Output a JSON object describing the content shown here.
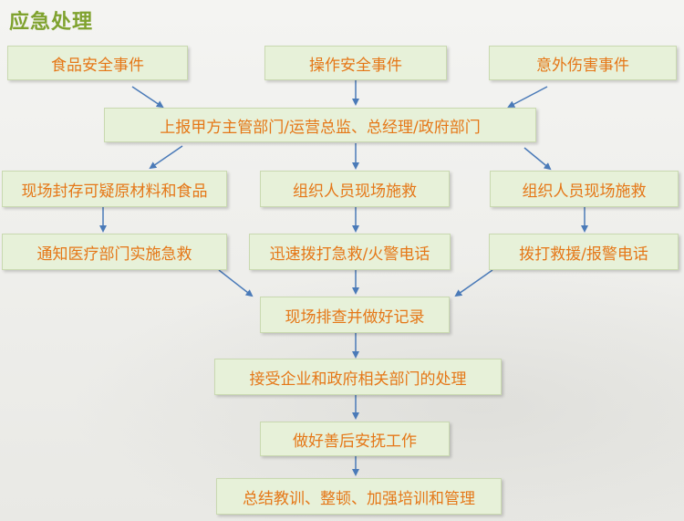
{
  "title": "应急处理",
  "nodes": {
    "food_event": "食品安全事件",
    "op_event": "操作安全事件",
    "injury_event": "意外伤害事件",
    "report": "上报甲方主管部门/运营总监、总经理/政府部门",
    "seal": "现场封存可疑原材料和食品",
    "rescue_center": "组织人员现场施救",
    "rescue_right": "组织人员现场施救",
    "notify_medical": "通知医疗部门实施急救",
    "call_emergency": "迅速拨打急救/火警电话",
    "call_rescue": "拨打救援/报警电话",
    "investigate": "现场排查并做好记录",
    "accept": "接受企业和政府相关部门的处理",
    "aftermath": "做好善后安抚工作",
    "summary": "总结教训、整顿、加强培训和管理"
  },
  "colors": {
    "title": "#7fa22e",
    "box_fill": "#e7f1d9",
    "box_text": "#e57717",
    "arrow": "#4a7ab8"
  }
}
